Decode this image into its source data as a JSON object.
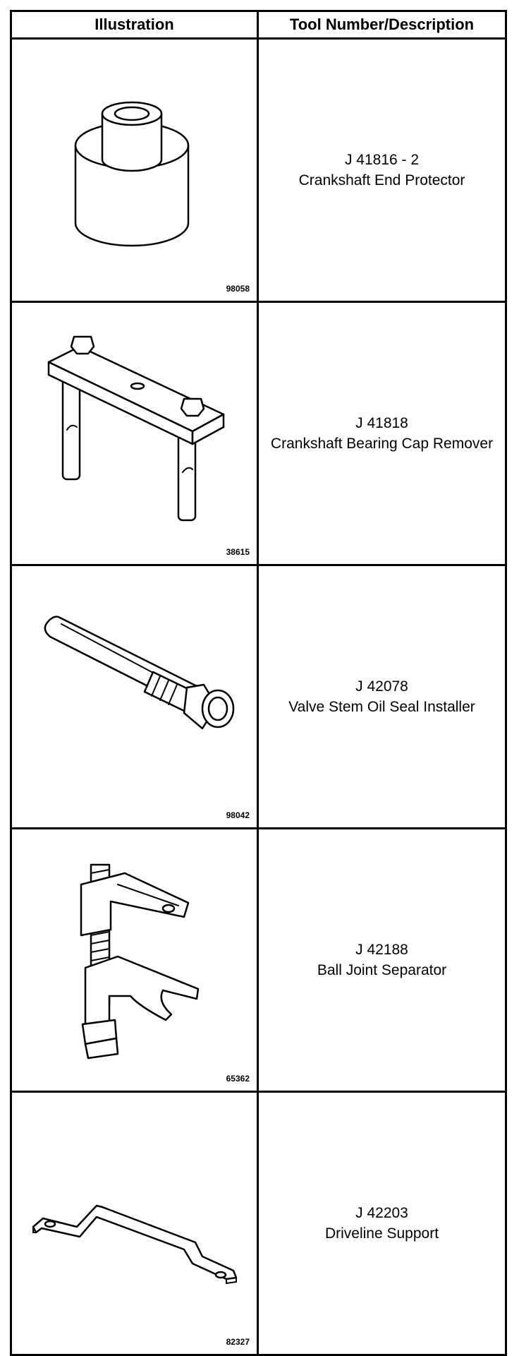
{
  "headers": {
    "illustration": "Illustration",
    "tool": "Tool Number/Description"
  },
  "tools": [
    {
      "figure": "98058",
      "number": "J 41816 - 2",
      "description": "Crankshaft End Protector"
    },
    {
      "figure": "38615",
      "number": "J 41818",
      "description": "Crankshaft Bearing Cap Remover"
    },
    {
      "figure": "98042",
      "number": "J 42078",
      "description": "Valve Stem Oil Seal Installer"
    },
    {
      "figure": "65362",
      "number": "J 42188",
      "description": "Ball Joint Separator"
    },
    {
      "figure": "82327",
      "number": "J 42203",
      "description": "Driveline Support"
    }
  ]
}
